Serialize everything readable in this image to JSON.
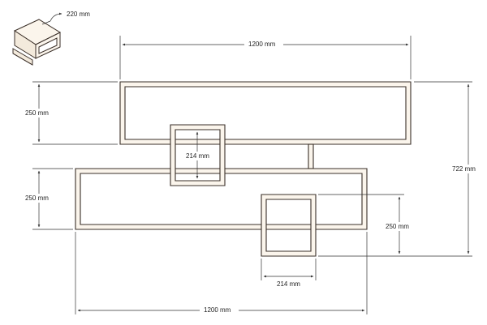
{
  "colors": {
    "board_fill": "#fbf5ec",
    "board_edge": "#3a2f28",
    "dim_line": "#333333",
    "text": "#222222"
  },
  "detail": {
    "thickness_label": "220 mm",
    "icon": "board-cross-section-icon"
  },
  "dimensions": {
    "top_shelf_width": "1200 mm",
    "top_shelf_height": "250 mm",
    "upper_box_height": "214 mm",
    "lower_shelf_height": "250 mm",
    "overall_height": "722 mm",
    "lower_box_height": "250 mm",
    "lower_box_width": "214 mm",
    "bottom_width": "1200 mm"
  }
}
